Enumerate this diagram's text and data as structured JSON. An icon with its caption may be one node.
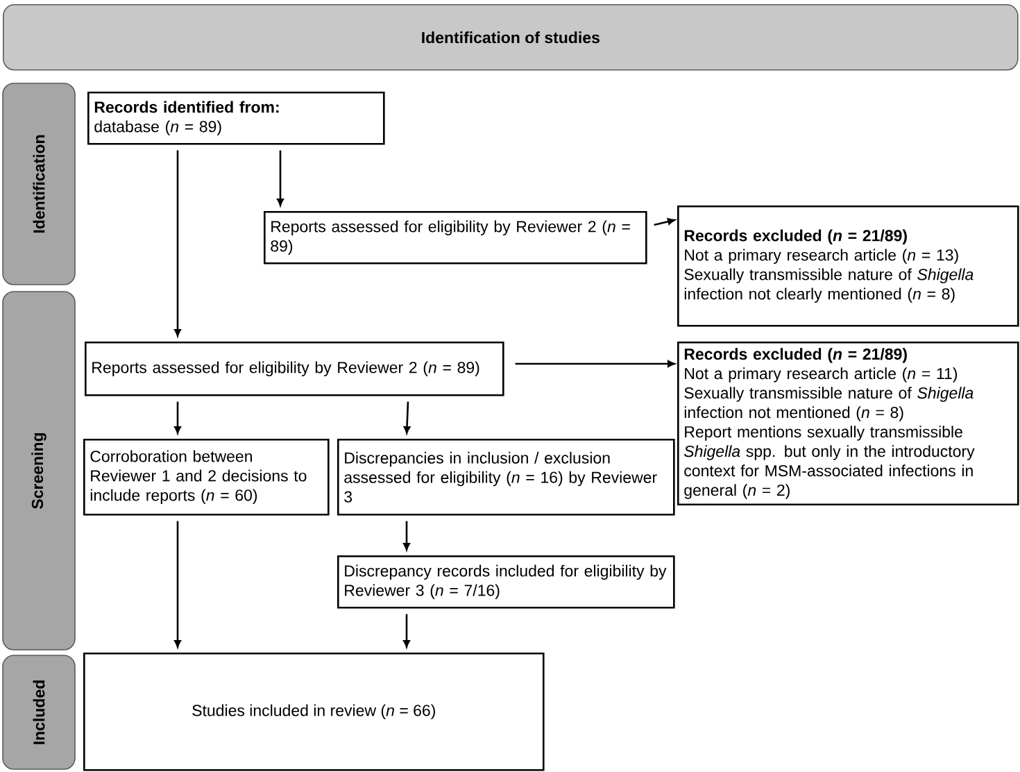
{
  "diagram": {
    "nodes": [
      {
        "text": [
          "Identification of studies"
        ]
      },
      {
        "text": [
          "Identification"
        ]
      },
      {
        "text": [
          "Screening"
        ]
      },
      {
        "text": [
          "Included"
        ]
      },
      {
        "text": [
          "Records identified from:",
          "database (*n* = 89)"
        ]
      },
      {
        "text": [
          "Reports assessed for eligibility by Reviewer 2 (*n* = 89)"
        ]
      },
      {
        "text": [
          "Records excluded (*n* = 21/89)",
          "Not a primary research article (*n* = 13)",
          "Sexually transmissible nature of *Shigella* infection not clearly mentioned (*n* = 8)"
        ]
      },
      {
        "text": [
          "Reports assessed for eligibility by Reviewer 2 (*n* = 89)"
        ]
      },
      {
        "text": [
          "Records excluded (*n* = 21/89)",
          "Not a primary research article (*n* = 11)",
          "Sexually transmissible nature of *Shigella* infection not mentioned (*n* = 8)",
          "Report mentions sexually transmissible *Shigella* spp. but only in the introductory context for MSM-associated infections in general (*n* = 2)"
        ]
      },
      {
        "text": [
          "Corroboration between Reviewer 1 and 2 decisions to include reports (*n* = 60)"
        ]
      },
      {
        "text": [
          "Discrepancies in inclusion / exclusion assessed for eligibility (*n* = 16) by Reviewer 3"
        ]
      },
      {
        "text": [
          "Discrepancy records included for eligibility by Reviewer 3 (*n* = 7/16)"
        ]
      },
      {
        "text": [
          "Studies included in review (*n* = 66)"
        ]
      }
    ],
    "edges": [
      {
        "from": 4,
        "to": 5,
        "arrow": "to"
      },
      {
        "from": 4,
        "to": 7,
        "arrow": "to"
      },
      {
        "from": 5,
        "to": 6,
        "arrow": "to"
      },
      {
        "from": 7,
        "to": 8,
        "arrow": "to"
      },
      {
        "from": 7,
        "to": 9,
        "arrow": "to"
      },
      {
        "from": 7,
        "to": 10,
        "arrow": "to"
      },
      {
        "from": 10,
        "to": 11,
        "arrow": "to"
      },
      {
        "from": 9,
        "to": 12,
        "arrow": "to"
      },
      {
        "from": 11,
        "to": 12,
        "arrow": "to"
      }
    ]
  }
}
